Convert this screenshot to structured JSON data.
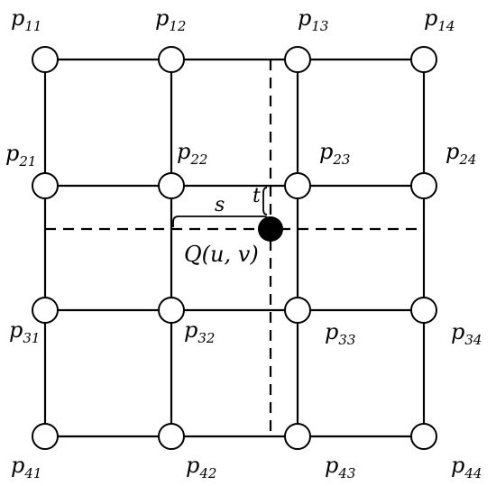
{
  "diagram": {
    "points": [
      {
        "id": "p11",
        "base": "p",
        "sub": "11"
      },
      {
        "id": "p12",
        "base": "p",
        "sub": "12"
      },
      {
        "id": "p13",
        "base": "p",
        "sub": "13"
      },
      {
        "id": "p14",
        "base": "p",
        "sub": "14"
      },
      {
        "id": "p21",
        "base": "p",
        "sub": "21"
      },
      {
        "id": "p22",
        "base": "p",
        "sub": "22"
      },
      {
        "id": "p23",
        "base": "p",
        "sub": "23"
      },
      {
        "id": "p24",
        "base": "p",
        "sub": "24"
      },
      {
        "id": "p31",
        "base": "p",
        "sub": "31"
      },
      {
        "id": "p32",
        "base": "p",
        "sub": "32"
      },
      {
        "id": "p33",
        "base": "p",
        "sub": "33"
      },
      {
        "id": "p34",
        "base": "p",
        "sub": "34"
      },
      {
        "id": "p41",
        "base": "p",
        "sub": "41"
      },
      {
        "id": "p42",
        "base": "p",
        "sub": "42"
      },
      {
        "id": "p43",
        "base": "p",
        "sub": "43"
      },
      {
        "id": "p44",
        "base": "p",
        "sub": "44"
      }
    ],
    "query_label": "Q(u, v)",
    "s_label": "s",
    "t_label": "t"
  }
}
